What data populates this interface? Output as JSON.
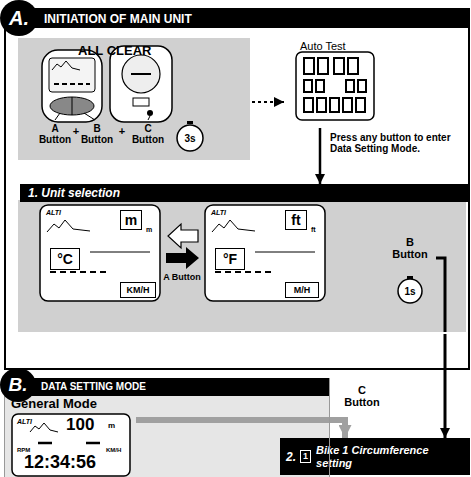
{
  "diagram": {
    "nodes": [
      {
        "text": [
          "INITIATION OF MAIN UNIT"
        ]
      },
      {
        "text": [
          "A."
        ]
      },
      {
        "text": [
          "ALL CLEAR"
        ],
        "in": 0
      },
      {
        "text": [
          "Auto Test"
        ],
        "in": 0
      },
      {
        "text": [
          "1. Unit selection"
        ],
        "in": 0
      },
      {
        "text": [
          "m"
        ],
        "in": 4
      },
      {
        "text": [
          "°C"
        ],
        "in": 4
      },
      {
        "text": [
          "KM/H"
        ],
        "in": 4
      },
      {
        "text": [
          "ft"
        ],
        "in": 4
      },
      {
        "text": [
          "°F"
        ],
        "in": 4
      },
      {
        "text": [
          "M/H"
        ],
        "in": 4
      },
      {
        "text": [
          "2.",
          "1",
          "Bike 1 Circumference setting"
        ]
      },
      {
        "text": [
          "B."
        ]
      },
      {
        "text": [
          "DATA SETTING MODE"
        ]
      },
      {
        "text": [
          "General Mode"
        ],
        "in": 13
      }
    ],
    "edges": [
      {
        "from": 2,
        "to": 3,
        "arrow": "to"
      },
      {
        "from": 3,
        "to": 4,
        "label": "Press any button to enter Data Setting Mode.",
        "arrow": "to"
      },
      {
        "from": 4,
        "to": 11,
        "label": "B Button",
        "arrow": "to"
      },
      {
        "from": 14,
        "to": 11,
        "label": "C Button",
        "arrow": "to"
      }
    ],
    "labels": [
      "A Button",
      "+",
      "B Button",
      "+",
      "C Button",
      "3s",
      "ALTI",
      "m",
      "ALTI",
      "ft",
      "A Button",
      "1s",
      "ALTI",
      "100",
      "m",
      "RPM",
      "KM/H",
      "12:34:56"
    ]
  }
}
